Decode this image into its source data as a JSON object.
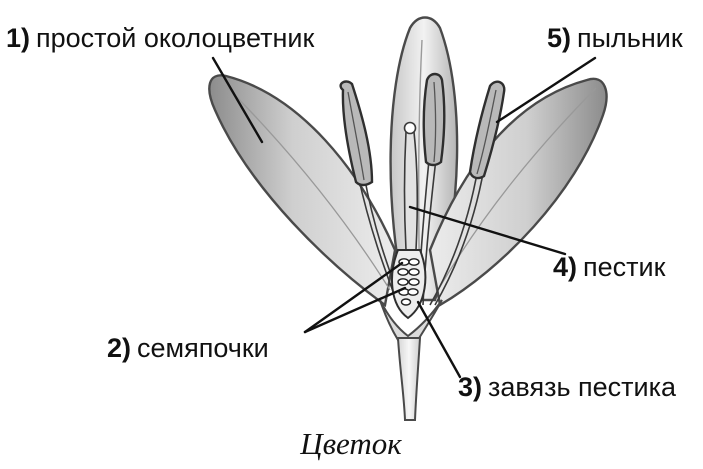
{
  "labels": [
    {
      "id": "perianth",
      "num": "1)",
      "text": "простой околоцветник"
    },
    {
      "id": "ovules",
      "num": "2)",
      "text": "семяпочки"
    },
    {
      "id": "ovary",
      "num": "3)",
      "text": "завязь пестика"
    },
    {
      "id": "pistil",
      "num": "4)",
      "text": "пестик"
    },
    {
      "id": "anther",
      "num": "5)",
      "text": "пыльник"
    }
  ],
  "caption": "Цветок"
}
